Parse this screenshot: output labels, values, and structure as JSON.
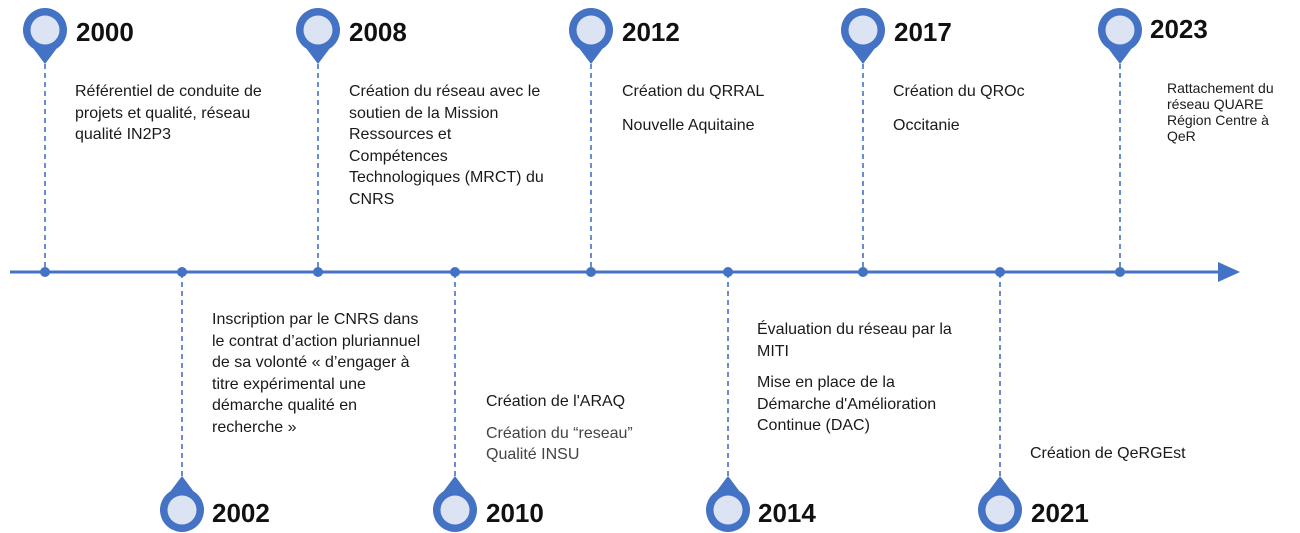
{
  "colors": {
    "accent": "#4472C4",
    "pin_fill": "#DCE4F4",
    "text": "#1a1a1a"
  },
  "events": [
    {
      "year": "2000",
      "lines": [
        "Référentiel de conduite de projets et qualité, réseau qualité IN2P3"
      ]
    },
    {
      "year": "2002",
      "lines": [
        "Inscription par le CNRS dans le contrat d’action pluriannuel de sa volonté « d’engager à titre expérimental une démarche qualité en recherche »"
      ]
    },
    {
      "year": "2008",
      "lines": [
        "Création du réseau avec le soutien de la Mission Ressources et Compétences Technologiques (MRCT) du CNRS"
      ]
    },
    {
      "year": "2010",
      "lines": [
        "Création de l'ARAQ",
        "Création du “reseau” Qualité INSU"
      ]
    },
    {
      "year": "2012",
      "lines": [
        "Création du QRRAL",
        "Nouvelle Aquitaine"
      ]
    },
    {
      "year": "2014",
      "lines": [
        "Évaluation du réseau par la MITI",
        "Mise en place de la Démarche d'Amélioration Continue (DAC)"
      ]
    },
    {
      "year": "2017",
      "lines": [
        "Création du QROc",
        "Occitanie"
      ]
    },
    {
      "year": "2021",
      "lines": [
        "Création de QeRGEst"
      ]
    },
    {
      "year": "2023",
      "lines": [
        "Rattachement du réseau QUARE Région Centre à QeR"
      ]
    }
  ]
}
